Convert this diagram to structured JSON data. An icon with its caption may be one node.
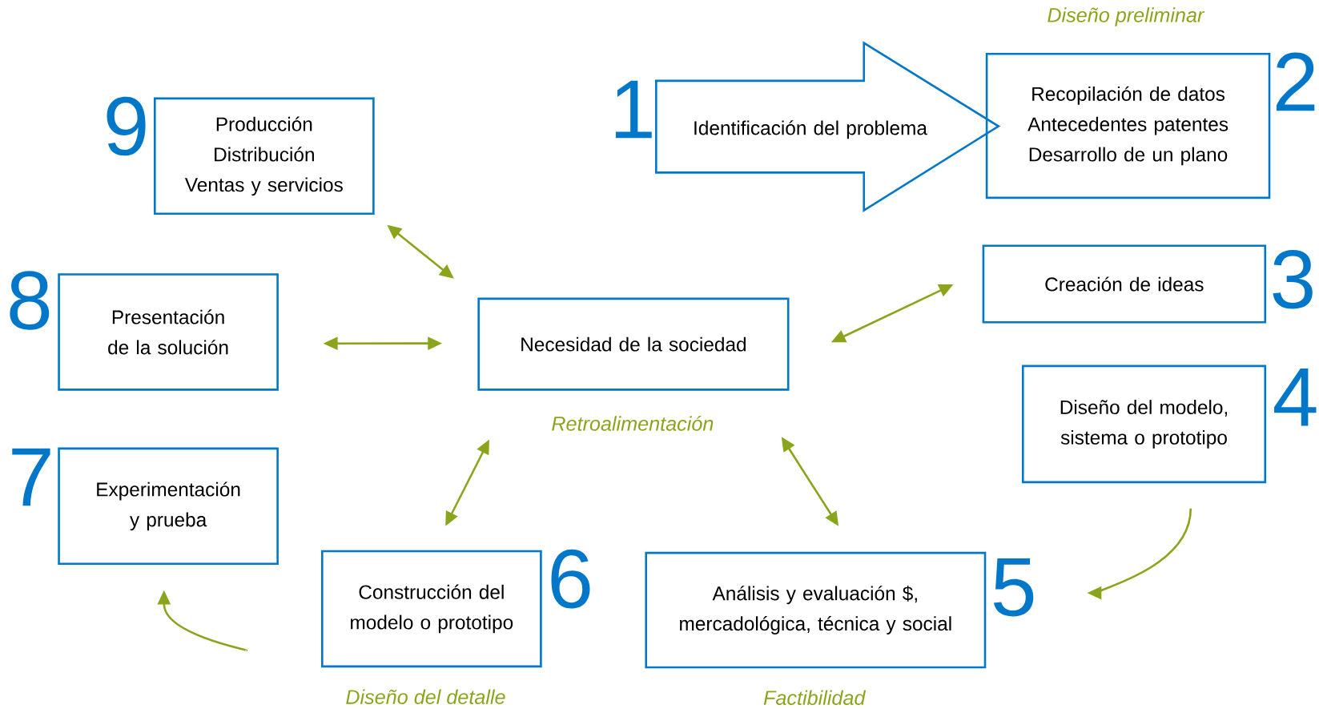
{
  "diagram": {
    "nodes": [
      {
        "text": [
          "Identificación del problema"
        ],
        "beside": [
          "1"
        ]
      },
      {
        "text": [
          "Recopilación de datos",
          "Antecedentes patentes",
          "Desarrollo de un plano"
        ],
        "beside": [
          "2",
          "Diseño preliminar"
        ]
      },
      {
        "text": [
          "Producción",
          "Distribución",
          "Ventas y servicios"
        ],
        "beside": [
          "9"
        ]
      },
      {
        "text": [
          "Creación de ideas"
        ],
        "beside": [
          "3"
        ]
      },
      {
        "text": [
          "Presentación de la solución"
        ],
        "beside": [
          "8"
        ]
      },
      {
        "text": [
          "Necesidad de la sociedad"
        ],
        "beside": [
          "Retroalimentación"
        ]
      },
      {
        "text": [
          "Diseño del modelo, sistema o prototipo"
        ],
        "beside": [
          "4"
        ]
      },
      {
        "text": [
          "Experimentación y prueba"
        ],
        "beside": [
          "7"
        ]
      },
      {
        "text": [
          "Construcción del modelo o prototipo"
        ],
        "beside": [
          "6",
          "Diseño del detalle"
        ]
      },
      {
        "text": [
          "Análisis y evaluación $, mercadológica, técnica y social"
        ],
        "beside": [
          "5",
          "Factibilidad"
        ]
      }
    ],
    "edges": [
      {
        "from": 5,
        "to": 2,
        "arrow": "both"
      },
      {
        "from": 5,
        "to": 3,
        "arrow": "both"
      },
      {
        "from": 5,
        "to": 4,
        "arrow": "both"
      },
      {
        "from": 5,
        "to": 8,
        "arrow": "both"
      },
      {
        "from": 5,
        "to": 9,
        "arrow": "both"
      },
      {
        "from": 6,
        "to": 9,
        "arrow": "to"
      },
      {
        "from": 8,
        "to": 7,
        "arrow": "to"
      }
    ]
  }
}
